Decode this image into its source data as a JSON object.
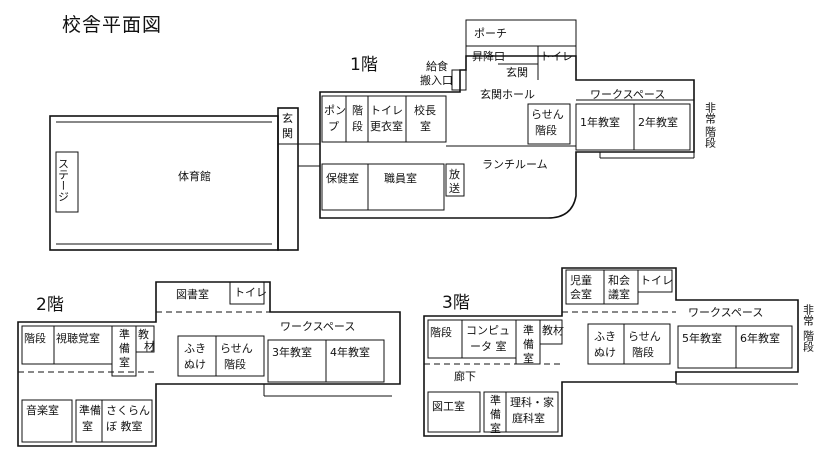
{
  "title": "校舎平面図",
  "floors": {
    "f1": "1階",
    "f2": "2階",
    "f3": "3階"
  },
  "rooms1": {
    "porch": "ポーチ",
    "shokouguchi": "昇降口",
    "toilet": "トイレ",
    "genkan_upper": "玄関",
    "kyushoku": "給食",
    "hannyuguchi": "搬入口",
    "genkan_hall": "玄関ホール",
    "workspace": "ワークスペース",
    "rasen1": "らせん",
    "rasen2": "階段",
    "nen1": "1年教室",
    "nen2": "2年教室",
    "hijou1": "非常",
    "hijou2": "階段",
    "genkan_left1": "玄",
    "genkan_left2": "関",
    "pump1": "ポン",
    "pump2": "プ",
    "kaidan1": "階",
    "kaidan2": "段",
    "toilet2a": "トイレ",
    "toilet2b": "更衣室",
    "kocho1": "校長",
    "kocho2": "室",
    "stage": "ステージ",
    "gym": "体育館",
    "hoken": "保健室",
    "shokuin": "職員室",
    "hoso1": "放",
    "hoso2": "送",
    "lunch": "ランチルーム"
  },
  "rooms2": {
    "tosho": "図書室",
    "toilet": "トイレ",
    "kaidan": "階段",
    "shichokaku": "視聴覚室",
    "junbi1": "準",
    "junbi2": "備",
    "junbi3": "室",
    "kyozai1": "教",
    "kyozai2": "材",
    "fuki1": "ふき",
    "fuki2": "ぬけ",
    "rasen1": "らせん",
    "rasen2": "階段",
    "workspace": "ワークスペース",
    "nen3": "3年教室",
    "nen4": "4年教室",
    "ongaku": "音楽室",
    "junbiB1": "準備",
    "junbiB2": "室",
    "sakuranbo1": "さくらん",
    "sakuranbo2": "ぼ 教室"
  },
  "rooms3": {
    "jido1": "児童",
    "jido2": "会室",
    "wakai1": "和会",
    "wakai2": "議室",
    "toilet": "トイレ",
    "kaidan": "階段",
    "computer1": "コンピュ",
    "computer2": "ータ 室",
    "junbi1": "準",
    "junbi2": "備",
    "junbi3": "室",
    "kyozai": "教材",
    "fuki1": "ふき",
    "fuki2": "ぬけ",
    "rasen1": "らせん",
    "rasen2": "階段",
    "workspace": "ワークスペース",
    "nen5": "5年教室",
    "nen6": "6年教室",
    "hijou1": "非常",
    "hijou2": "階段",
    "roka": "廊下",
    "zuko": "図工室",
    "junbiB1": "準",
    "junbiB2": "備",
    "junbiB3": "室",
    "rika1": "理科・家",
    "rika2": "庭科室"
  }
}
